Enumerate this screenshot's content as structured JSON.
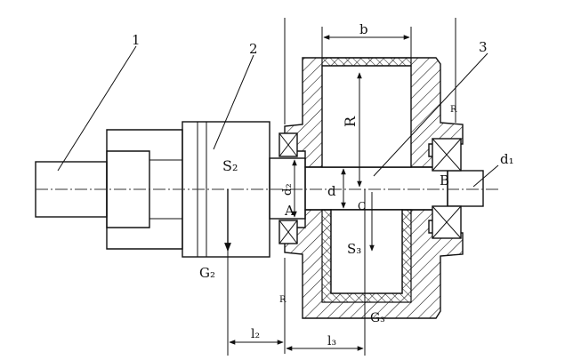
{
  "labels": {
    "part1": "1",
    "part2": "2",
    "part3": "3",
    "S2": "S₂",
    "S3": "S₃",
    "G2": "G₂",
    "G3": "G₃",
    "b": "b",
    "R": "R",
    "d": "d",
    "d2": "d₂",
    "d1": "d₁",
    "A": "A",
    "B": "B",
    "RB": "R",
    "RA": "R",
    "l2": "l₂",
    "l3": "l₃",
    "C": "C"
  }
}
